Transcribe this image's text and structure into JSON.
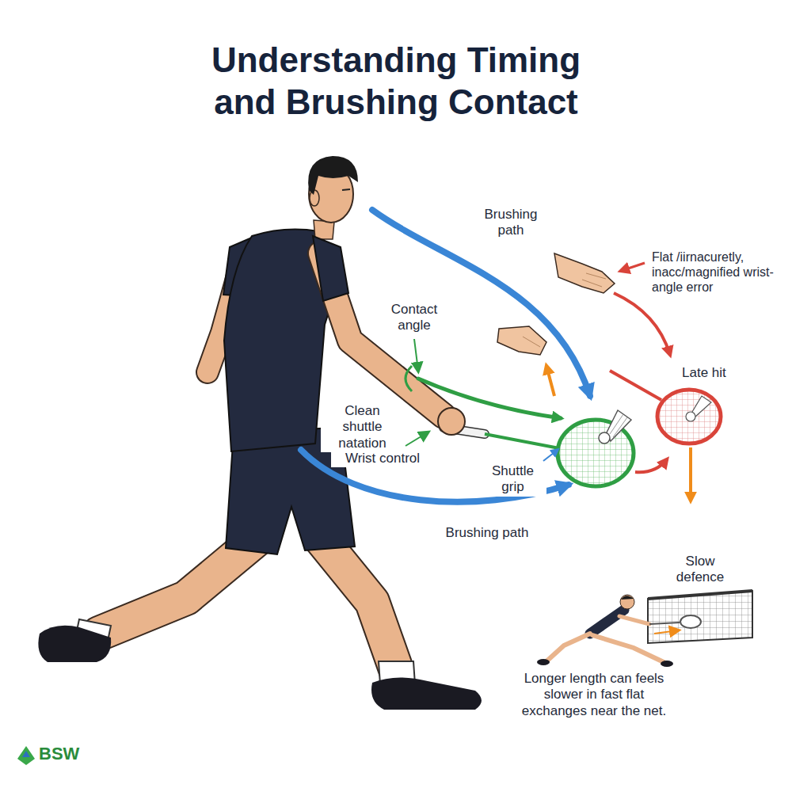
{
  "diagram": {
    "title": "Understanding Timing and Brushing Contact",
    "labels": [
      "Brushing path",
      "Flat /iirnacuretly, inacc/magnified wrist-angle error",
      "Contact angle",
      "Late hit",
      "Clean shuttle natation",
      "Wrist control",
      "Shuttle grip",
      "Brushing path",
      "Slow defence",
      "Longer length can feels slower in fast flat exchanges near the net.",
      "BSW"
    ]
  }
}
